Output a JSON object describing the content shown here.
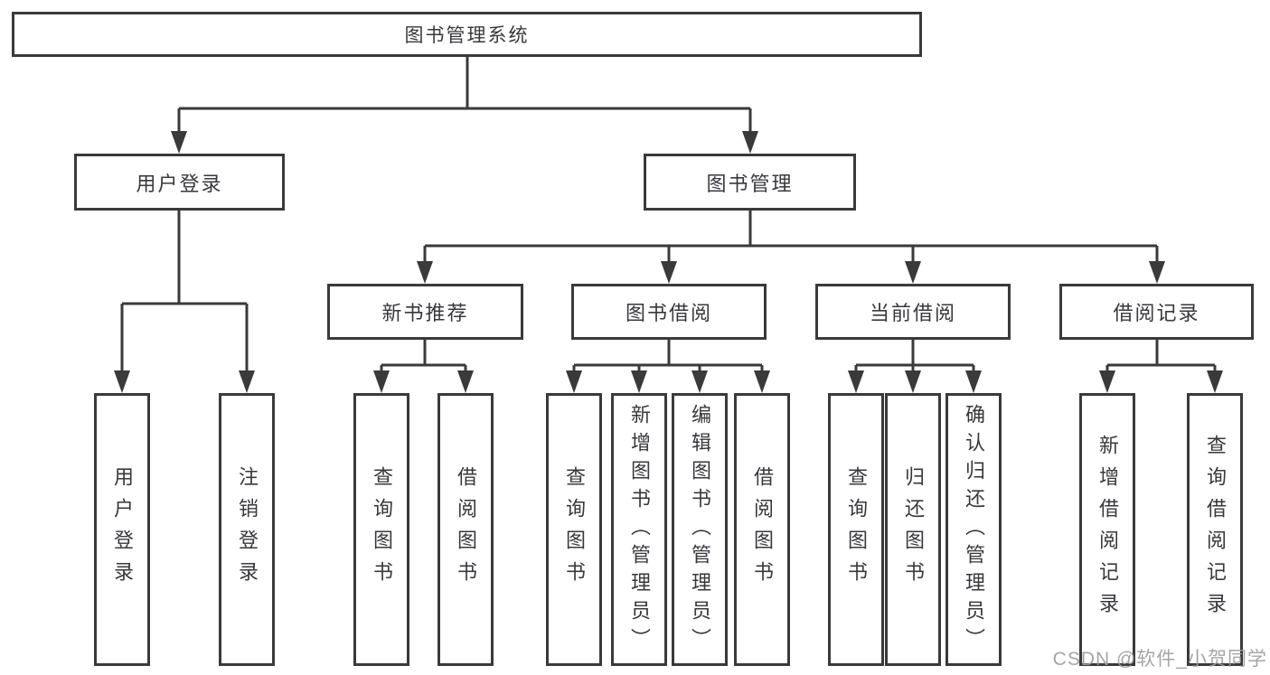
{
  "tree": {
    "root": {
      "label": "图书管理系统"
    },
    "branches": [
      {
        "label": "用户登录",
        "children": [
          {
            "label": "用户登录"
          },
          {
            "label": "注销登录"
          }
        ]
      },
      {
        "label": "图书管理",
        "children": [
          {
            "label": "新书推荐",
            "children": [
              {
                "label": "查询图书"
              },
              {
                "label": "借阅图书"
              }
            ]
          },
          {
            "label": "图书借阅",
            "children": [
              {
                "label": "查询图书"
              },
              {
                "label": "新增图书（管理员）"
              },
              {
                "label": "编辑图书（管理员）"
              },
              {
                "label": "借阅图书"
              }
            ]
          },
          {
            "label": "当前借阅",
            "children": [
              {
                "label": "查询图书"
              },
              {
                "label": "归还图书"
              },
              {
                "label": "确认归还（管理员）"
              }
            ]
          },
          {
            "label": "借阅记录",
            "children": [
              {
                "label": "新增借阅记录"
              },
              {
                "label": "查询借阅记录"
              }
            ]
          }
        ]
      }
    ]
  },
  "watermark": {
    "text": "CSDN @软件_小贺同学"
  },
  "colors": {
    "line": "#3a3a3a",
    "text": "#38383d",
    "watermark": "#9e9e9e",
    "background": "#ffffff"
  }
}
